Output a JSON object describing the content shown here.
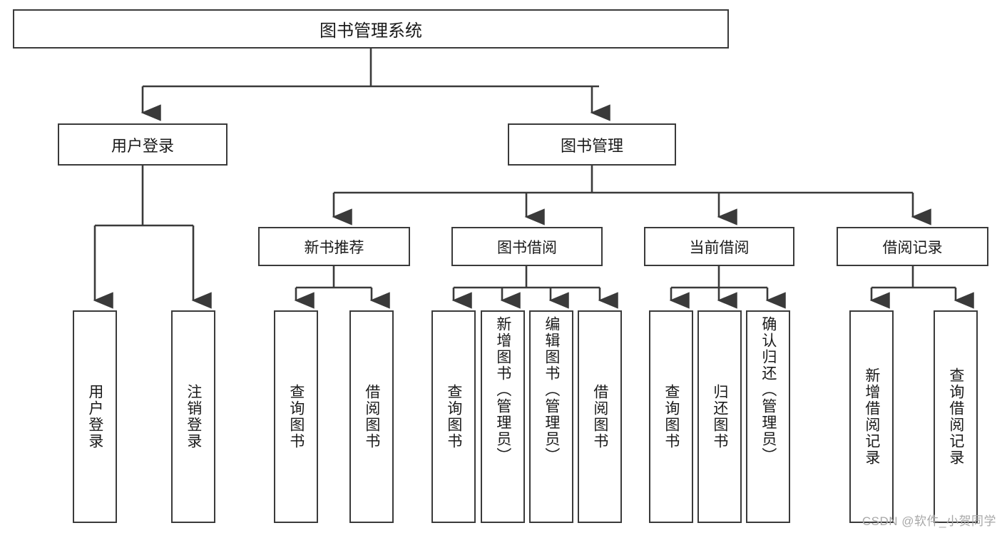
{
  "diagram": {
    "title": "图书管理系统",
    "type": "tree",
    "root": {
      "label": "图书管理系统"
    },
    "level2": [
      {
        "label": "用户登录"
      },
      {
        "label": "图书管理"
      }
    ],
    "level3": [
      {
        "label": "新书推荐"
      },
      {
        "label": "图书借阅"
      },
      {
        "label": "当前借阅"
      },
      {
        "label": "借阅记录"
      }
    ],
    "leaves": {
      "user_login": [
        {
          "label": "用户登录"
        },
        {
          "label": "注销登录"
        }
      ],
      "new_book_recommend": [
        {
          "label": "查询图书"
        },
        {
          "label": "借阅图书"
        }
      ],
      "book_borrow": [
        {
          "label": "查询图书"
        },
        {
          "label": "新增图书（管理员）"
        },
        {
          "label": "编辑图书（管理员）"
        },
        {
          "label": "借阅图书"
        }
      ],
      "current_borrow": [
        {
          "label": "查询图书"
        },
        {
          "label": "归还图书"
        },
        {
          "label": "确认归还（管理员）"
        }
      ],
      "borrow_record": [
        {
          "label": "新增借阅记录"
        },
        {
          "label": "查询借阅记录"
        }
      ]
    }
  },
  "watermark": {
    "text": "CSDN @软件_小贺同学"
  },
  "colors": {
    "box_border": "#3a3a3a",
    "box_fill": "#ffffff",
    "connector": "#3a3a3a",
    "text": "#1a1a1a",
    "watermark": "#a8a8a8",
    "background": "#ffffff"
  }
}
